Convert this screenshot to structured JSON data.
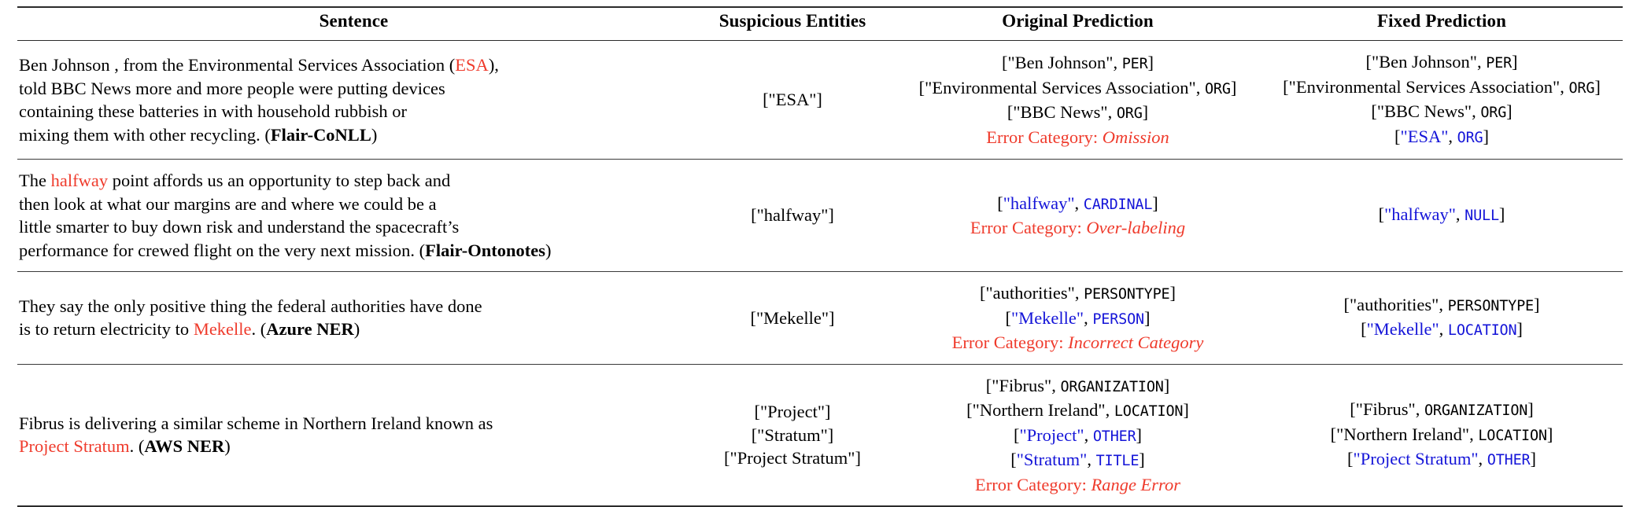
{
  "colors": {
    "highlight_red": "#ef3b2c",
    "entity_blue": "#1414d8",
    "rule": "#2b2b2b",
    "text": "#000000"
  },
  "table": {
    "headers": {
      "sentence": "Sentence",
      "suspicious_entities": "Suspicious Entities",
      "original_prediction": "Original Prediction",
      "fixed_prediction": "Fixed Prediction"
    },
    "rows": [
      {
        "sentence": {
          "lines": [
            "Ben Johnson , from the Environmental Services Association (ESA),",
            "told BBC News more and more people were putting devices",
            "containing these batteries in with household rubbish or",
            "mixing them with other recycling. (Flair-CoNLL)"
          ],
          "highlight": "ESA",
          "model": "Flair-CoNLL"
        },
        "suspicious_entities": [
          "[\"ESA\"]"
        ],
        "original_prediction": {
          "lines": [
            {
              "text": "[\"Ben Johnson\", PER]",
              "entity": "\"Ben Johnson\"",
              "label": "PER",
              "color": "black"
            },
            {
              "text": "[\"Environmental Services Association\", ORG]",
              "entity": "\"Environmental Services Association\"",
              "label": "ORG",
              "color": "black"
            },
            {
              "text": "[\"BBC News\", ORG]",
              "entity": "\"BBC News\"",
              "label": "ORG",
              "color": "black"
            }
          ],
          "error_category_label": "Error Category:",
          "error_category_value": "Omission"
        },
        "fixed_prediction": {
          "lines": [
            {
              "text": "[\"Ben Johnson\", PER]",
              "entity": "\"Ben Johnson\"",
              "label": "PER",
              "color": "black"
            },
            {
              "text": "[\"Environmental Services Association\", ORG]",
              "entity": "\"Environmental Services Association\"",
              "label": "ORG",
              "color": "black"
            },
            {
              "text": "[\"BBC News\", ORG]",
              "entity": "\"BBC News\"",
              "label": "ORG",
              "color": "black"
            },
            {
              "text": "[\"ESA\", ORG]",
              "entity": "\"ESA\"",
              "label": "ORG",
              "color": "blue"
            }
          ]
        }
      },
      {
        "sentence": {
          "lines": [
            "The halfway point affords us an opportunity to step back and",
            "then look at what our margins are and where we could be a",
            "little smarter to buy down risk and understand the spacecraft’s",
            "performance for crewed flight on the very next mission. (Flair-Ontonotes)"
          ],
          "highlight": "halfway",
          "model": "Flair-Ontonotes"
        },
        "suspicious_entities": [
          "[\"halfway\"]"
        ],
        "original_prediction": {
          "lines": [
            {
              "text": "[\"halfway\", CARDINAL]",
              "entity": "\"halfway\"",
              "label": "CARDINAL",
              "color": "blue"
            }
          ],
          "error_category_label": "Error Category:",
          "error_category_value": "Over-labeling"
        },
        "fixed_prediction": {
          "lines": [
            {
              "text": "[\"halfway\", NULL]",
              "entity": "\"halfway\"",
              "label": "NULL",
              "color": "blue"
            }
          ]
        }
      },
      {
        "sentence": {
          "lines": [
            "They say the only positive thing the federal authorities have done",
            "is to return electricity to Mekelle. (Azure NER)"
          ],
          "highlight": "Mekelle",
          "model": "Azure NER"
        },
        "suspicious_entities": [
          "[\"Mekelle\"]"
        ],
        "original_prediction": {
          "lines": [
            {
              "text": "[\"authorities\", PERSONTYPE]",
              "entity": "\"authorities\"",
              "label": "PERSONTYPE",
              "color": "black"
            },
            {
              "text": "[\"Mekelle\", PERSON]",
              "entity": "\"Mekelle\"",
              "label": "PERSON",
              "color": "blue"
            }
          ],
          "error_category_label": "Error Category:",
          "error_category_value": "Incorrect Category"
        },
        "fixed_prediction": {
          "lines": [
            {
              "text": "[\"authorities\", PERSONTYPE]",
              "entity": "\"authorities\"",
              "label": "PERSONTYPE",
              "color": "black"
            },
            {
              "text": "[\"Mekelle\", LOCATION]",
              "entity": "\"Mekelle\"",
              "label": "LOCATION",
              "color": "blue"
            }
          ]
        }
      },
      {
        "sentence": {
          "lines": [
            "Fibrus is delivering a similar scheme in Northern Ireland known as",
            "Project Stratum. (AWS NER)"
          ],
          "highlight": "Project Stratum",
          "model": "AWS NER"
        },
        "suspicious_entities": [
          "[\"Project\"]",
          "[\"Stratum\"]",
          "[\"Project Stratum\"]"
        ],
        "original_prediction": {
          "lines": [
            {
              "text": "[\"Fibrus\", ORGANIZATION]",
              "entity": "\"Fibrus\"",
              "label": "ORGANIZATION",
              "color": "black"
            },
            {
              "text": "[\"Northern Ireland\", LOCATION]",
              "entity": "\"Northern Ireland\"",
              "label": "LOCATION",
              "color": "black"
            },
            {
              "text": "[\"Project\", OTHER]",
              "entity": "\"Project\"",
              "label": "OTHER",
              "color": "blue"
            },
            {
              "text": "[\"Stratum\", TITLE]",
              "entity": "\"Stratum\"",
              "label": "TITLE",
              "color": "blue"
            }
          ],
          "error_category_label": "Error Category:",
          "error_category_value": "Range Error"
        },
        "fixed_prediction": {
          "lines": [
            {
              "text": "[\"Fibrus\", ORGANIZATION]",
              "entity": "\"Fibrus\"",
              "label": "ORGANIZATION",
              "color": "black"
            },
            {
              "text": "[\"Northern Ireland\", LOCATION]",
              "entity": "\"Northern Ireland\"",
              "label": "LOCATION",
              "color": "black"
            },
            {
              "text": "[\"Project Stratum\", OTHER]",
              "entity": "\"Project Stratum\"",
              "label": "OTHER",
              "color": "blue"
            }
          ]
        }
      }
    ]
  }
}
